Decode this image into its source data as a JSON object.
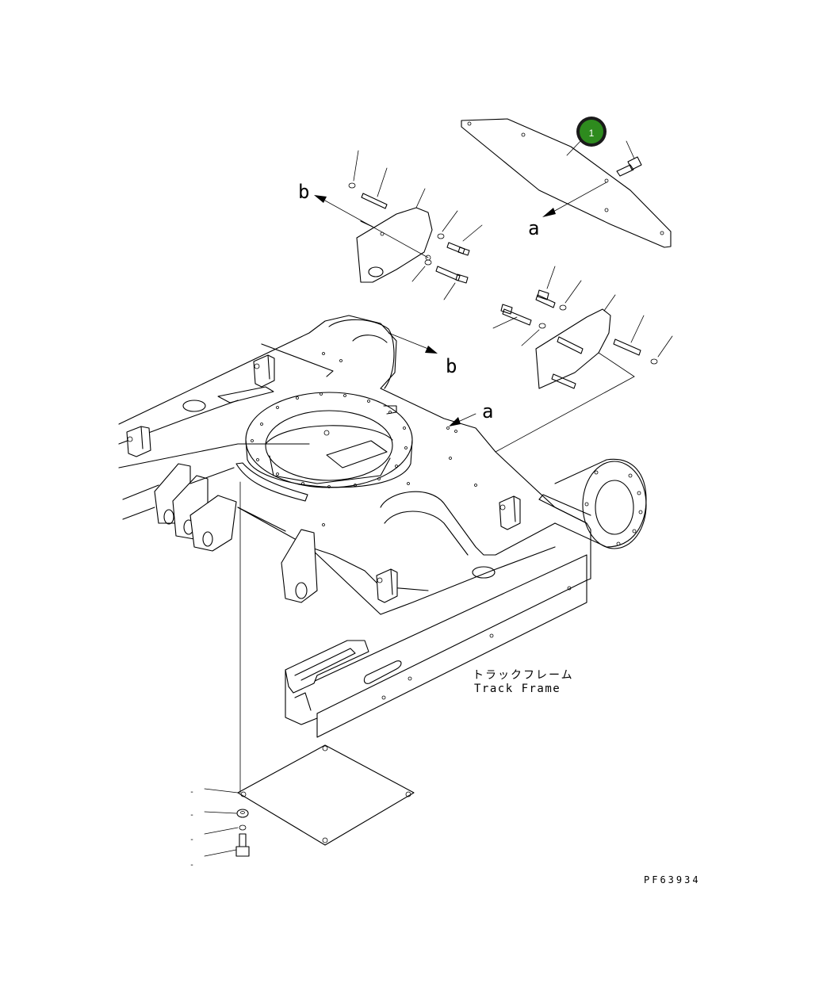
{
  "callouts": [
    {
      "number": "1",
      "color": "#2e8b1e",
      "ring_color": "#1a1a1a"
    }
  ],
  "view_labels": {
    "a_top": "a",
    "b_top": "b",
    "b_frame": "b",
    "a_frame": "a"
  },
  "track_frame": {
    "label_jp": "トラックフレーム",
    "label_en": "Track Frame"
  },
  "bottom_part_dashes": [
    "-",
    "-",
    "-",
    "-"
  ],
  "figure_id": "PF63934"
}
